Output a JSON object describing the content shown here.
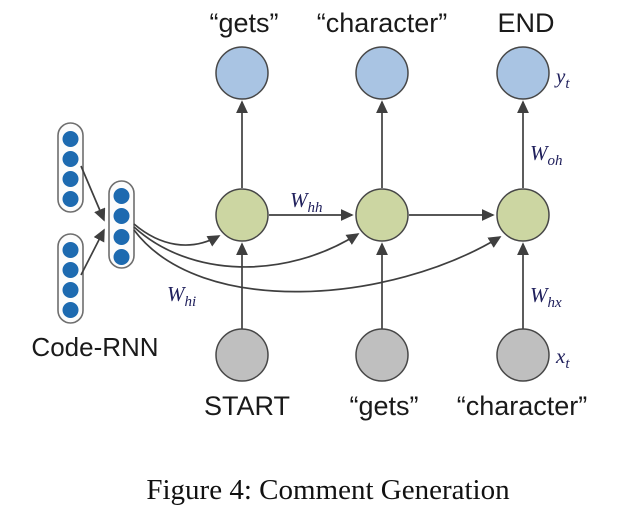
{
  "caption": "Figure 4: Comment Generation",
  "colors": {
    "output_node": "#a9c4e3",
    "hidden_node": "#ccd6a2",
    "input_node": "#bfbfbf",
    "embedding_dot": "#1d6ab0",
    "arrow": "#3f3f3f",
    "word_text": "#1a1a1a",
    "math_text": "#20205c"
  },
  "diagram": {
    "encoder_label": "Code-RNN",
    "output_labels": [
      "“gets”",
      "“character”",
      "END"
    ],
    "input_labels": [
      "START",
      "“gets”",
      "“character”"
    ],
    "weights": {
      "hh": {
        "base": "W",
        "sub": "hh"
      },
      "oh": {
        "base": "W",
        "sub": "oh"
      },
      "hi": {
        "base": "W",
        "sub": "hi"
      },
      "hx": {
        "base": "W",
        "sub": "hx"
      }
    },
    "vars": {
      "y": {
        "base": "y",
        "sub": "t"
      },
      "x": {
        "base": "x",
        "sub": "t"
      }
    }
  }
}
